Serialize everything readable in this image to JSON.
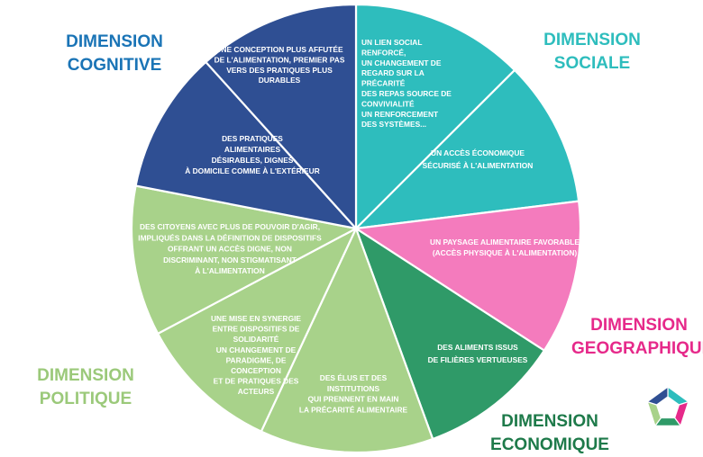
{
  "dimensions": {
    "cognitive": [
      "DIMENSION",
      "COGNITIVE"
    ],
    "sociale": [
      "DIMENSION",
      "SOCIALE"
    ],
    "geographique": [
      "DIMENSION",
      "GEOGRAPHIQUE"
    ],
    "economique": [
      "DIMENSION",
      "ECONOMIQUE"
    ],
    "politique": [
      "DIMENSION",
      "POLITIQUE"
    ]
  },
  "segments": [
    {
      "id": "sociale-1",
      "color": "#2ebdbd",
      "lines": [
        "UN LIEN SOCIAL",
        "RENFORCÉ,",
        "UN CHANGEMENT DE",
        "REGARD SUR LA",
        "PRÉCARITÉ",
        "DES REPAS SOURCE DE",
        "CONVIVIALITÉ",
        "UN RENFORCEMENT",
        "DES SYSTÈMES..."
      ]
    },
    {
      "id": "sociale-2",
      "color": "#2ebdbd",
      "lines": [
        "UN ACCÈS ÉCONOMIQUE",
        "SÉCURISÉ À L'ALIMENTATION"
      ]
    },
    {
      "id": "geographique",
      "color": "#f47bbd",
      "lines": [
        "UN PAYSAGE ALIMENTAIRE FAVORABLE",
        "(ACCÈS PHYSIQUE À L'ALIMENTATION)"
      ]
    },
    {
      "id": "economique",
      "color": "#2f9a68",
      "lines": [
        "DES ALIMENTS ISSUS",
        "DE FILIÈRES VERTUEUSES"
      ]
    },
    {
      "id": "politique-1",
      "color": "#a8d28a",
      "lines": [
        "DES ÉLUS ET DES",
        "INSTITUTIONS",
        "QUI PRENNENT EN MAIN",
        "LA PRÉCARITÉ ALIMENTAIRE"
      ]
    },
    {
      "id": "politique-2",
      "color": "#a8d28a",
      "lines": [
        "UNE MISE EN SYNERGIE",
        "ENTRE DISPOSITIFS DE",
        "SOLIDARITÉ",
        "UN CHANGEMENT DE",
        "PARADIGME, DE",
        "CONCEPTION",
        "ET DE PRATIQUES DES",
        "ACTEURS"
      ]
    },
    {
      "id": "politique-3",
      "color": "#a8d28a",
      "lines": [
        "DES CITOYENS AVEC PLUS DE POUVOIR D'AGIR,",
        "IMPLIQUÉS DANS LA DÉFINITION DE DISPOSITIFS",
        "OFFRANT UN ACCÈS DIGNE, NON",
        "DISCRIMINANT, NON STIGMATISANT",
        "À L'ALIMENTATION"
      ]
    },
    {
      "id": "cognitive-1",
      "color": "#2f4f93",
      "lines": [
        "DES PRATIQUES",
        "ALIMENTAIRES",
        "DÉSIRABLES, DIGNES",
        "À DOMICILE COMME À L'EXTÉRIEUR"
      ]
    },
    {
      "id": "cognitive-2",
      "color": "#2f4f93",
      "lines": [
        "UNE CONCEPTION PLUS AFFUTÉE",
        "DE L'ALIMENTATION, PREMIER PAS",
        "VERS DES PRATIQUES PLUS",
        "DURABLES"
      ]
    }
  ],
  "logo": {
    "colors": [
      "#2ebdbd",
      "#2f4f93",
      "#e6298a",
      "#2f9a68",
      "#a8d28a"
    ]
  }
}
